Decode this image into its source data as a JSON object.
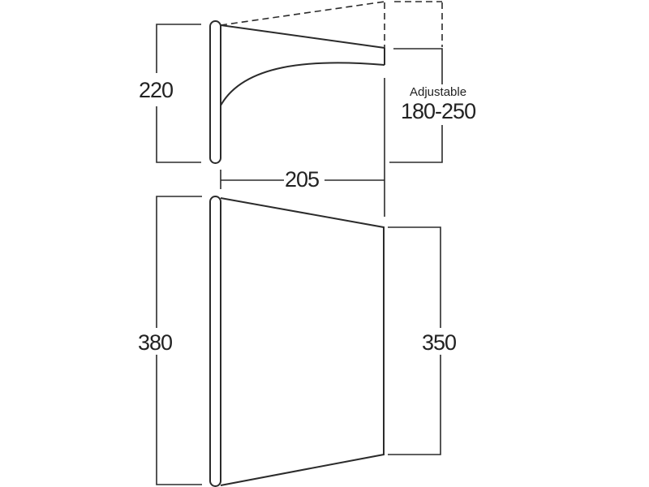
{
  "diagram": {
    "type": "technical-dimension-drawing",
    "subject": "awning / canopy panel dimensions",
    "units": "cm",
    "side_view": {
      "height_label": "220",
      "depth_label": "205",
      "adjustable_caption": "Adjustable",
      "adjustable_range": "180-250"
    },
    "front_view": {
      "left_height_label": "380",
      "right_height_label": "350"
    },
    "colors": {
      "line": "#2b2b2b",
      "background": "#ffffff",
      "text": "#222222"
    }
  }
}
